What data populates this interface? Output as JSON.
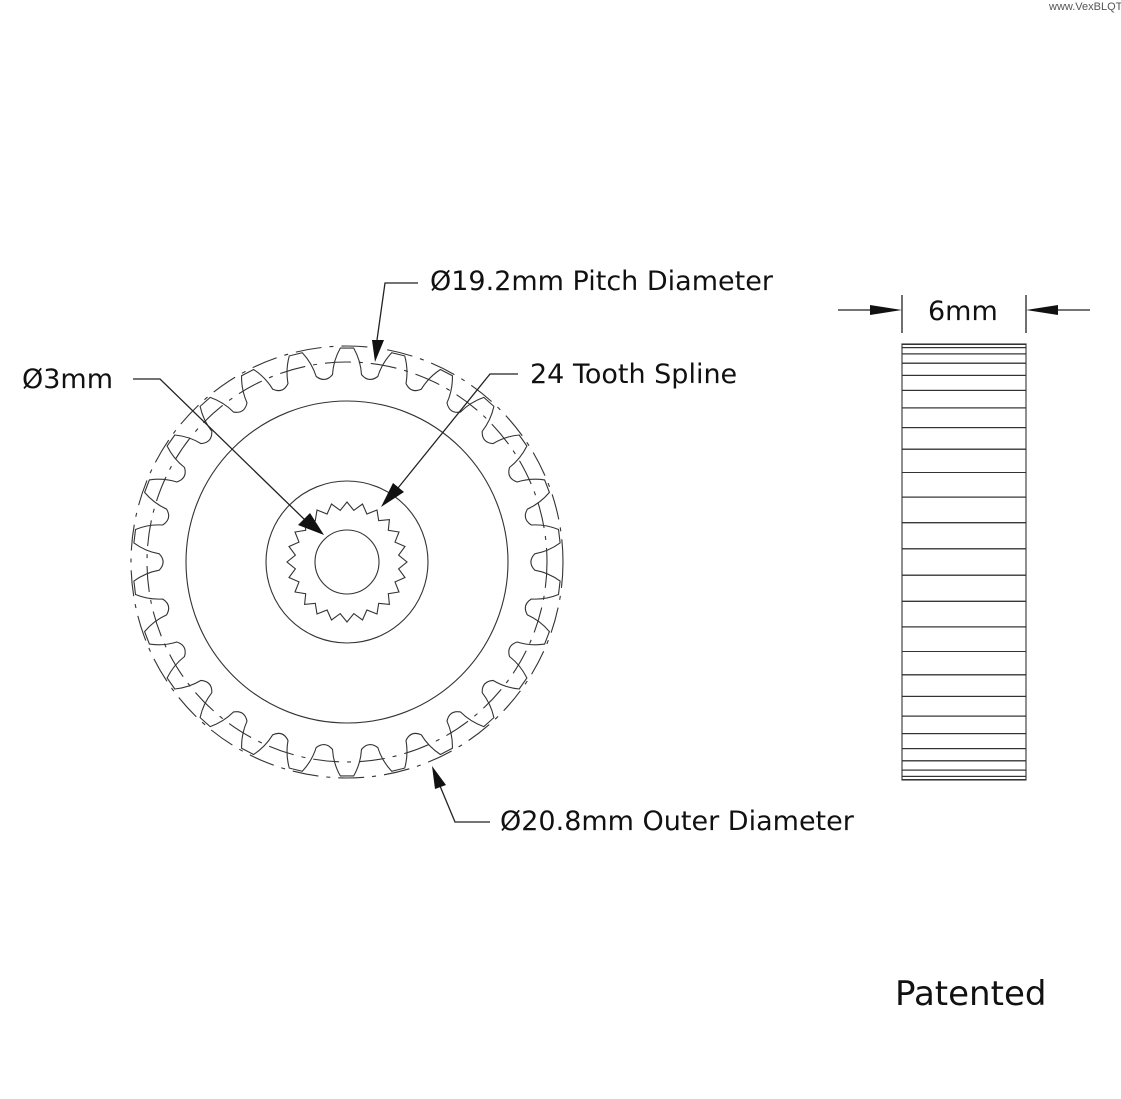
{
  "watermark": "www.VexBLQT",
  "labels": {
    "pitch_diameter": "Ø19.2mm Pitch Diameter",
    "bore": "Ø3mm",
    "spline": "24 Tooth Spline",
    "outer_diameter": "Ø20.8mm Outer Diameter",
    "width": "6mm",
    "patented": "Patented"
  },
  "gear": {
    "pitch_diameter_mm": 19.2,
    "outer_diameter_mm": 20.8,
    "bore_mm": 3,
    "spline_teeth": 24,
    "width_mm": 6
  }
}
